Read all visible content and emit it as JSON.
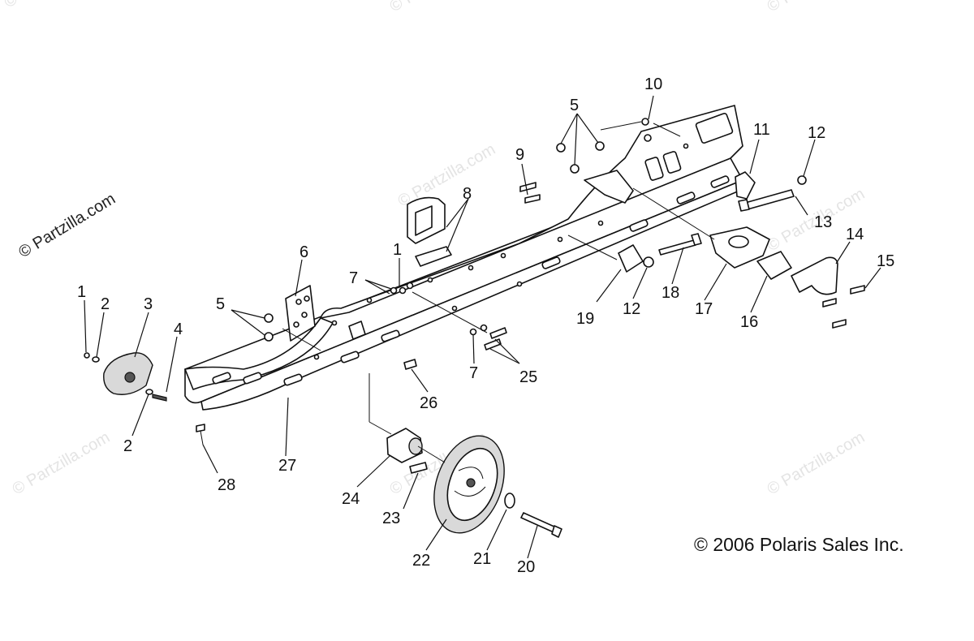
{
  "watermarks": {
    "main": "© Partzilla.com",
    "faint": "© Partzilla.com"
  },
  "copyright": "© 2006 Polaris Sales Inc.",
  "callouts": {
    "c1a": "1",
    "c1b": "1",
    "c2a": "2",
    "c2b": "2",
    "c3": "3",
    "c4": "4",
    "c5a": "5",
    "c5b": "5",
    "c6": "6",
    "c7a": "7",
    "c7b": "7",
    "c8": "8",
    "c9": "9",
    "c10": "10",
    "c11": "11",
    "c12a": "12",
    "c12b": "12",
    "c13": "13",
    "c14": "14",
    "c15": "15",
    "c16": "16",
    "c17": "17",
    "c18": "18",
    "c19": "19",
    "c20": "20",
    "c21": "21",
    "c22": "22",
    "c23": "23",
    "c24": "24",
    "c25": "25",
    "c26": "26",
    "c27": "27",
    "c28": "28"
  }
}
